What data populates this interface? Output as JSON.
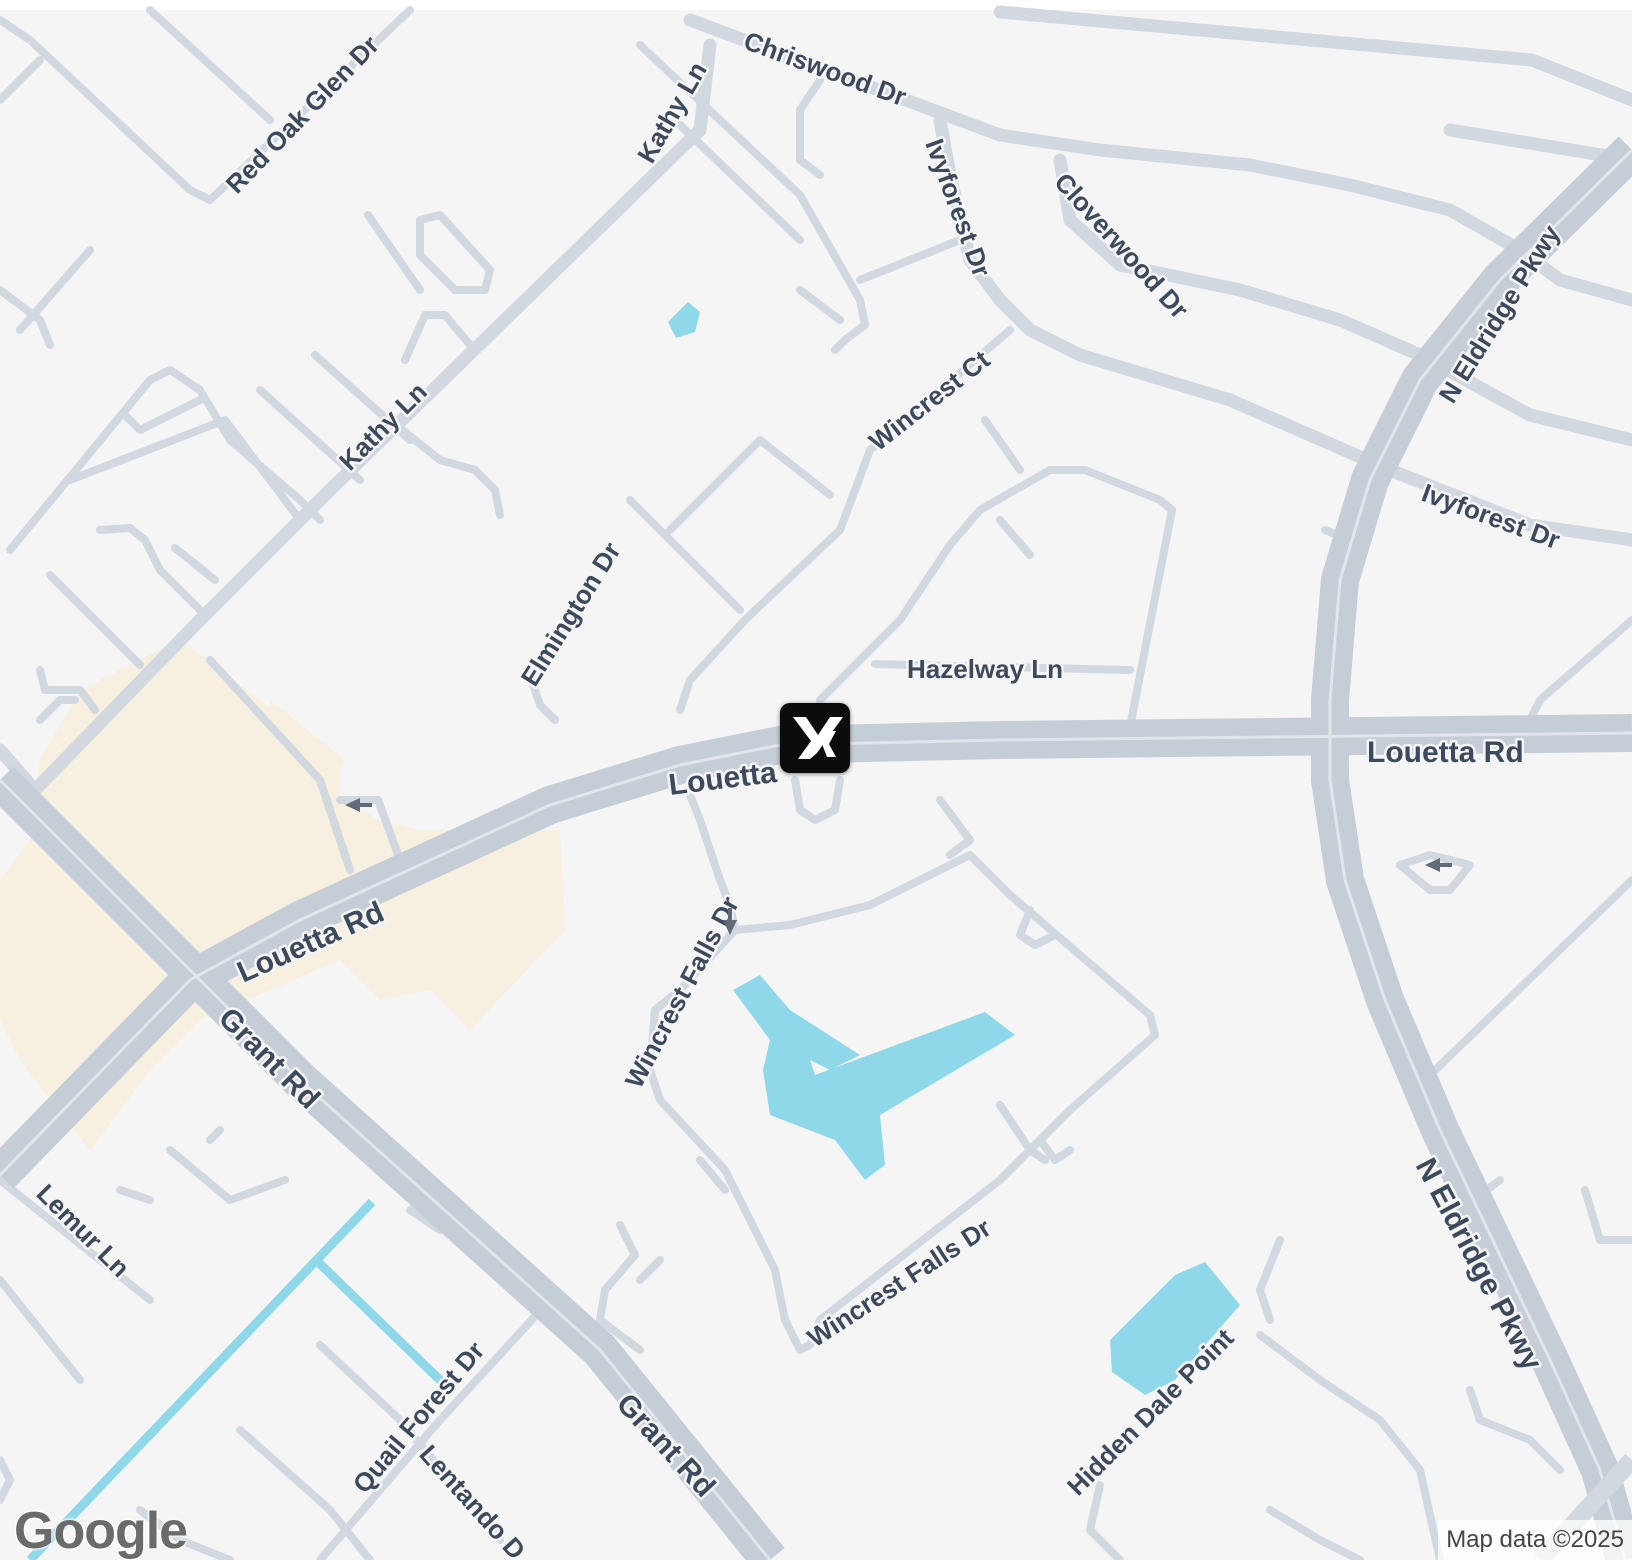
{
  "map": {
    "colors": {
      "background": "#f5f5f5",
      "road": "#d1d8df",
      "road_major": "#c5ced6",
      "water": "#8fd8ea",
      "commercial": "#f7f0e1",
      "label": "#3d4a5c"
    },
    "street_labels": {
      "red_oak_glen": "Red Oak Glen Dr",
      "kathy_upper": "Kathy Ln",
      "kathy_lower": "Kathy Ln",
      "chriswood": "Chriswood Dr",
      "ivyforest_upper": "Ivyforest Dr",
      "cloverwood": "Cloverwood Dr",
      "eldridge_upper": "N Eldridge Pkwy",
      "wincrest_ct": "Wincrest Ct",
      "ivyforest_right": "Ivyforest Dr",
      "elmington": "Elmington Dr",
      "hazelway": "Hazelway Ln",
      "louetta_center": "Louetta",
      "louetta_right": "Louetta Rd",
      "louetta_left": "Louetta Rd",
      "grant_upper": "Grant Rd",
      "grant_lower": "Grant Rd",
      "wincrest_falls_upper": "Wincrest Falls Dr",
      "wincrest_falls_lower": "Wincrest Falls Dr",
      "lemur": "Lemur Ln",
      "quail_forest": "Quail Forest Dr",
      "lentando": "Lentando D",
      "hidden_dale": "Hidden Dale Point",
      "eldridge_lower": "N Eldridge Pkwy"
    },
    "marker": {
      "icon": "brand-logo-icon"
    }
  },
  "branding": {
    "google_logo": "Google",
    "attribution": "Map data ©2025"
  }
}
